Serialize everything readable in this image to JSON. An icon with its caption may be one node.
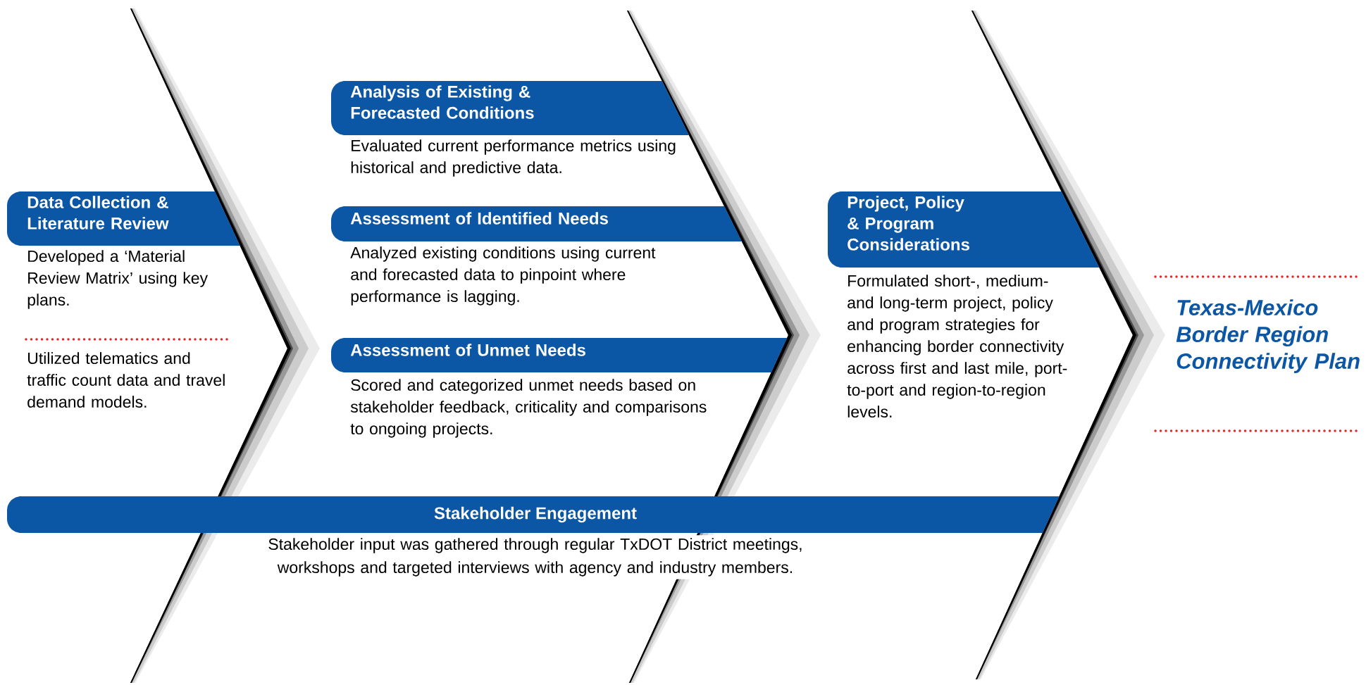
{
  "diagram": {
    "nodes": [
      {
        "text": [
          "Data Collection & Literature Review",
          "Developed a ‘Material Review Matrix’ using key plans.",
          "Utilized telematics and traffic count data and travel demand models."
        ]
      },
      {
        "text": [
          "Analysis of Existing & Forecasted Conditions",
          "Evaluated current performance metrics using historical and predictive data."
        ]
      },
      {
        "text": [
          "Assessment of Identified Needs",
          "Analyzed existing conditions using current and forecasted data to pinpoint where performance is lagging."
        ]
      },
      {
        "text": [
          "Assessment of Unmet Needs",
          "Scored and categorized unmet needs based on stakeholder feedback, criticality and comparisons to ongoing projects."
        ]
      },
      {
        "text": [
          "Project, Policy & Program Considerations",
          "Formulated short-, medium- and long-term project, policy and program strategies for enhancing border connectivity across first and last mile, port-to-port and region-to-region levels."
        ]
      },
      {
        "text": [
          "Texas-Mexico Border Region Connectivity Plan"
        ]
      },
      {
        "text": [
          "Stakeholder Engagement",
          "Stakeholder input was gathered through regular TxDOT District meetings, workshops and targeted interviews with agency and industry members."
        ]
      }
    ]
  }
}
